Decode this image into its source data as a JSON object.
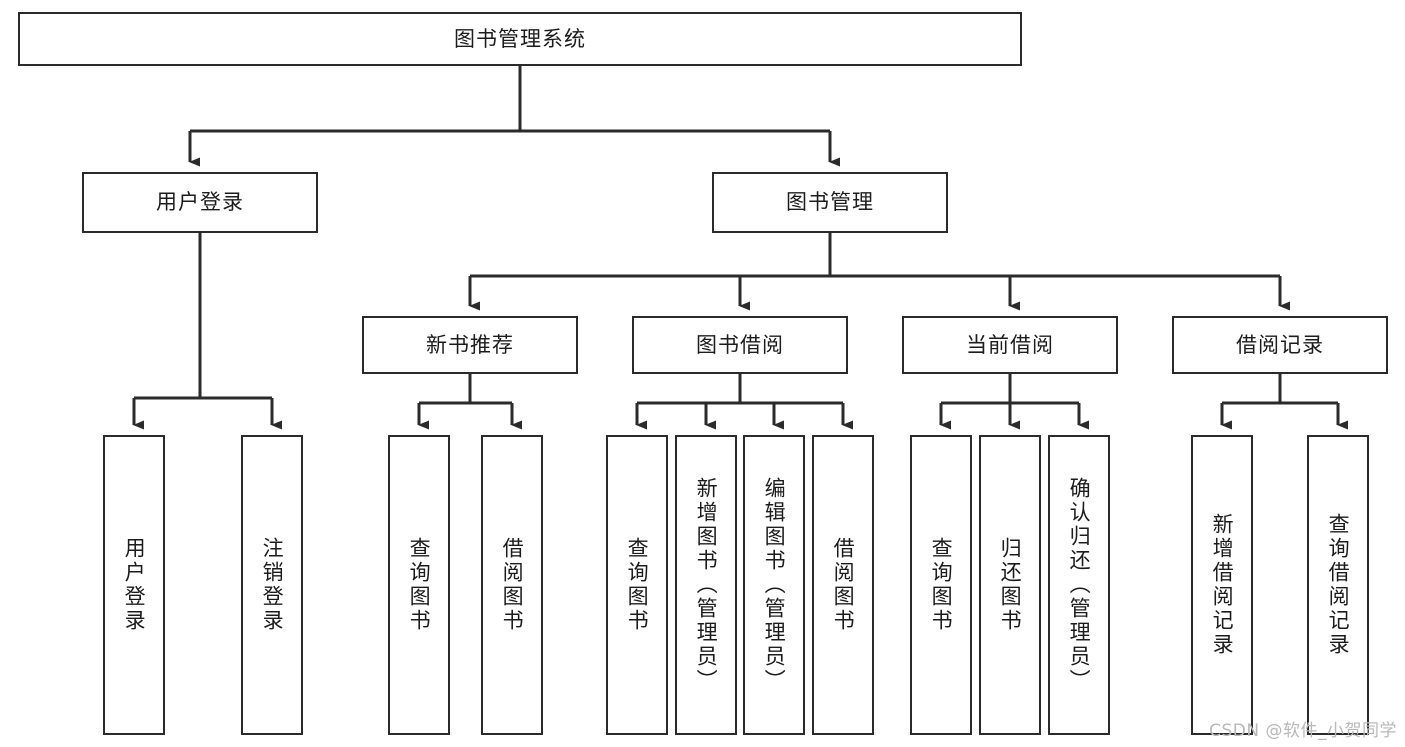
{
  "diagram": {
    "title": "图书管理系统",
    "type": "tree-hierarchy",
    "watermark": "CSDN @软件_小贺同学",
    "colors": {
      "box_border": "#2b2b2b",
      "box_fill": "#ffffff",
      "connector": "#2b2b2b",
      "text": "#1c1c1c",
      "watermark": "#b9b9b9",
      "background": "#ffffff"
    },
    "root": {
      "label": "图书管理系统"
    },
    "level2": [
      {
        "label": "用户登录"
      },
      {
        "label": "图书管理"
      }
    ],
    "level3": [
      {
        "label": "新书推荐"
      },
      {
        "label": "图书借阅"
      },
      {
        "label": "当前借阅"
      },
      {
        "label": "借阅记录"
      }
    ],
    "leaves": {
      "user_login": [
        {
          "label": "用户登录"
        },
        {
          "label": "注销登录"
        }
      ],
      "new_book_recommend": [
        {
          "label": "查询图书"
        },
        {
          "label": "借阅图书"
        }
      ],
      "book_borrow": [
        {
          "label": "查询图书"
        },
        {
          "label": "新增图书（管理员）"
        },
        {
          "label": "编辑图书（管理员）"
        },
        {
          "label": "借阅图书"
        }
      ],
      "current_borrow": [
        {
          "label": "查询图书"
        },
        {
          "label": "归还图书"
        },
        {
          "label": "确认归还（管理员）"
        }
      ],
      "borrow_record": [
        {
          "label": "新增借阅记录"
        },
        {
          "label": "查询借阅记录"
        }
      ]
    }
  }
}
